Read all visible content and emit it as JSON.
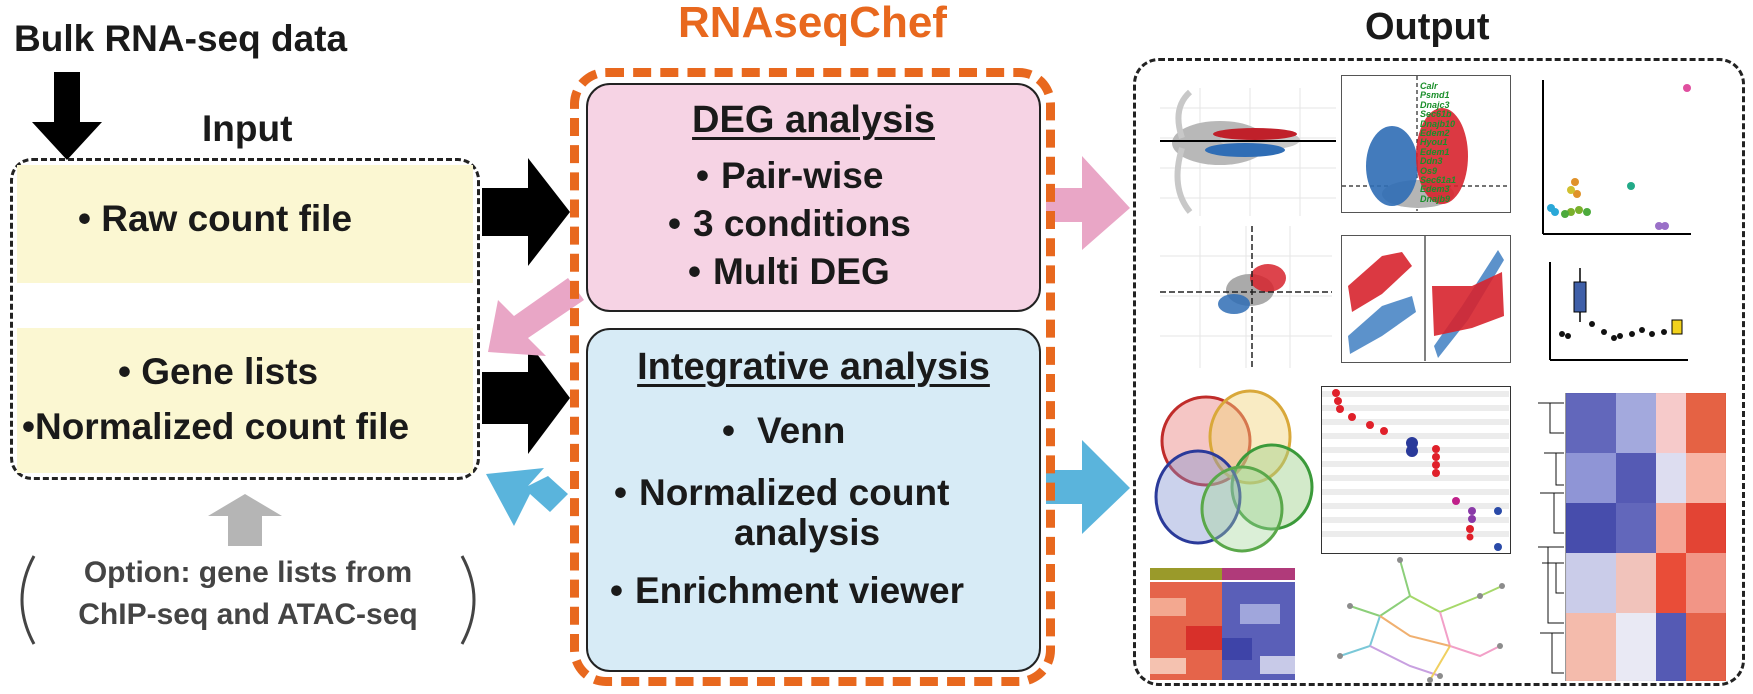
{
  "title": "RNAseqChef",
  "input_source": "Bulk RNA-seq data",
  "input": {
    "title": "Input",
    "raw_count": "Raw count file",
    "gene_lists": "Gene lists",
    "normalized_count": "Normalized count file",
    "option_line1": "Option: gene lists from",
    "option_line2": "ChIP-seq and ATAC-seq"
  },
  "deg": {
    "title": "DEG analysis",
    "items": [
      "Pair-wise",
      "3 conditions",
      "Multi DEG"
    ]
  },
  "integrative": {
    "title": "Integrative analysis",
    "items": [
      "Venn",
      "Normalized count",
      "analysis",
      "Enrichment viewer"
    ]
  },
  "output": {
    "title": "Output",
    "volcano_genes": [
      "Calr",
      "Psmd1",
      "Dnajc3",
      "Sec61b",
      "Dnajb10",
      "Edem2",
      "Hyou1",
      "Edem1",
      "Ddn3",
      "Os9",
      "Sec61a1",
      "Edem3",
      "Dnajb9"
    ]
  },
  "colors": {
    "accent_orange": "#e8681e",
    "deg_bg": "#f6d3e4",
    "integrative_bg": "#d7ebf6",
    "input_bg": "#fbf7d2",
    "pink_arrow": "#e9a6c6",
    "blue_arrow": "#5ab4dc",
    "gray_arrow": "#b5b5b5"
  },
  "icons": [
    "down-arrow-icon",
    "right-arrow-icon",
    "pink-arrow-icon",
    "blue-arrow-icon",
    "up-arrow-icon"
  ]
}
